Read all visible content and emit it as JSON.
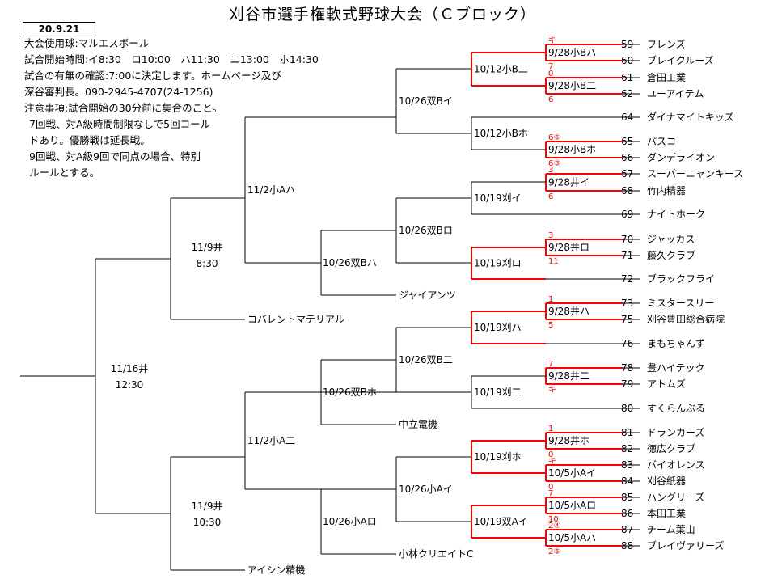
{
  "title": "刈谷市選手権軟式野球大会（Ｃブロック）",
  "date": "20.9.21",
  "notes": [
    "大会使用球:マルエスボール",
    "試合開始時間:イ8:30　ロ10:00　ハ11:30　ニ13:00　ホ14:30",
    "試合の有無の確認:7:00に決定します。ホームページ及び",
    "深谷審判長。090-2945-4707(24-1256)",
    "注意事項:試合開始の30分前に集合のこと。",
    "7回戦、対A級時間制限なしで5回コール",
    "ドあり。優勝戦は延長戦。",
    "9回戦、対A級9回で同点の場合、特別",
    "ルールとする。"
  ],
  "teams": [
    {
      "no": "59",
      "name": "フレンズ"
    },
    {
      "no": "60",
      "name": "ブレイクルーズ"
    },
    {
      "no": "61",
      "name": "倉田工業"
    },
    {
      "no": "62",
      "name": "ユーアイテム"
    },
    {
      "no": "64",
      "name": "ダイナマイトキッズ"
    },
    {
      "no": "65",
      "name": "パスコ"
    },
    {
      "no": "66",
      "name": "ダンデライオン"
    },
    {
      "no": "67",
      "name": "スーパーニャンキース"
    },
    {
      "no": "68",
      "name": "竹内精器"
    },
    {
      "no": "69",
      "name": "ナイトホーク"
    },
    {
      "no": "70",
      "name": "ジャッカス"
    },
    {
      "no": "71",
      "name": "藤久クラブ"
    },
    {
      "no": "72",
      "name": "ブラックフライ"
    },
    {
      "no": "73",
      "name": "ミスタースリー"
    },
    {
      "no": "75",
      "name": "刈谷豊田総合病院"
    },
    {
      "no": "76",
      "name": "まもちゃんず"
    },
    {
      "no": "78",
      "name": "豊ハイテック"
    },
    {
      "no": "79",
      "name": "アトムズ"
    },
    {
      "no": "80",
      "name": "すくらんぶる"
    },
    {
      "no": "81",
      "name": "ドランカーズ"
    },
    {
      "no": "82",
      "name": "徳広クラブ"
    },
    {
      "no": "83",
      "name": "バイオレンス"
    },
    {
      "no": "84",
      "name": "刈谷紙器"
    },
    {
      "no": "85",
      "name": "ハングリーズ"
    },
    {
      "no": "86",
      "name": "本田工業"
    },
    {
      "no": "87",
      "name": "チーム葉山"
    },
    {
      "no": "88",
      "name": "ブレイヴァリーズ"
    }
  ],
  "seeded_teams": [
    "ジャイアンツ",
    "コバレントマテリアル",
    "中立電機",
    "小林クリエイトC",
    "アイシン精機"
  ],
  "matches": [
    {
      "label": "9/28小Bハ",
      "score_top": "キ",
      "score_bottom": "7"
    },
    {
      "label": "9/28小B二",
      "score_top": "0",
      "score_bottom": "6"
    },
    {
      "label": "9/28小Bホ",
      "score_top": "6⑥",
      "score_bottom": "6③"
    },
    {
      "label": "9/28井イ",
      "score_top": "3",
      "score_bottom": "6"
    },
    {
      "label": "9/28井ロ",
      "score_top": "3",
      "score_bottom": "11"
    },
    {
      "label": "9/28井ハ",
      "score_top": "1",
      "score_bottom": "5"
    },
    {
      "label": "9/28井二",
      "score_top": "7",
      "score_bottom": "キ"
    },
    {
      "label": "9/28井ホ",
      "score_top": "1",
      "score_bottom": "0"
    },
    {
      "label": "10/5小Aイ",
      "score_top": "キ",
      "score_bottom": "0"
    },
    {
      "label": "10/5小Aロ",
      "score_top": "7",
      "score_bottom": "10"
    },
    {
      "label": "10/5小Aハ",
      "score_top": "2④",
      "score_bottom": "2⑤"
    },
    {
      "label": "10/12小B二",
      "score_top": "",
      "score_bottom": ""
    },
    {
      "label": "10/12小Bホ",
      "score_top": "",
      "score_bottom": ""
    },
    {
      "label": "10/19刈イ",
      "score_top": "",
      "score_bottom": ""
    },
    {
      "label": "10/19刈ロ",
      "score_top": "",
      "score_bottom": ""
    },
    {
      "label": "10/19刈ハ",
      "score_top": "",
      "score_bottom": ""
    },
    {
      "label": "10/19刈二",
      "score_top": "",
      "score_bottom": ""
    },
    {
      "label": "10/19刈ホ",
      "score_top": "",
      "score_bottom": ""
    },
    {
      "label": "10/19双Aイ",
      "score_top": "",
      "score_bottom": ""
    },
    {
      "label": "10/26双Bイ",
      "score_top": "",
      "score_bottom": ""
    },
    {
      "label": "10/26双Bロ",
      "score_top": "",
      "score_bottom": ""
    },
    {
      "label": "10/26双Bハ",
      "score_top": "",
      "score_bottom": ""
    },
    {
      "label": "10/26双B二",
      "score_top": "",
      "score_bottom": ""
    },
    {
      "label": "10/26双Bホ",
      "score_top": "",
      "score_bottom": ""
    },
    {
      "label": "10/26小Aイ",
      "score_top": "",
      "score_bottom": ""
    },
    {
      "label": "10/26小Aロ",
      "score_top": "",
      "score_bottom": ""
    },
    {
      "label": "11/2小Aハ",
      "score_top": "",
      "score_bottom": ""
    },
    {
      "label": "11/2小A二",
      "score_top": "",
      "score_bottom": ""
    },
    {
      "label": "11/9井",
      "time": "8:30"
    },
    {
      "label": "11/9井",
      "time": "10:30"
    },
    {
      "label": "11/16井",
      "time": "12:30"
    }
  ],
  "colors": {
    "line": "#000000",
    "winner": "#ff0000",
    "score": "#ff0000"
  }
}
